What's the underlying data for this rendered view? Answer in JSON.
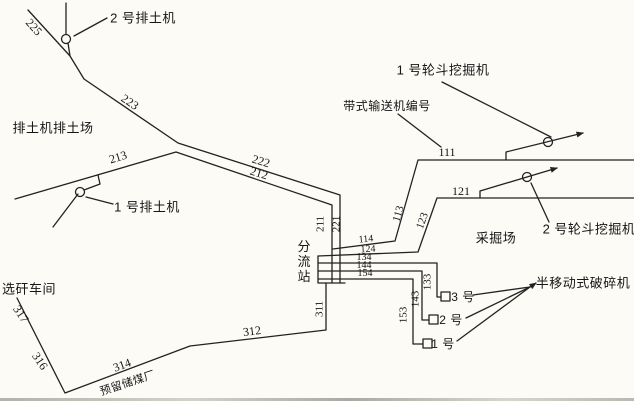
{
  "colors": {
    "background": "#fcfbf6",
    "line": "#222222",
    "text": "#161616"
  },
  "area_labels": {
    "spreader_no2": "2 号排土机",
    "dump_area": "排土机排土场",
    "spreader_no1": "1 号排土机",
    "gangue_sorting_workshop": "选矸车间",
    "belt_conveyor_numbering": "带式输送机编号",
    "bucket_wheel_excavator_no1": "1 号轮斗挖掘机",
    "bucket_wheel_excavator_no2": "2 号轮斗挖掘机",
    "mining_area": "采掘场",
    "semi_mobile_crusher": "半移动式破碎机",
    "diversion_station": "分流站",
    "reserved_coal_storage": "预留储煤厂"
  },
  "crusher_units": {
    "no3": "3 号",
    "no2": "2 号",
    "no1": "1 号"
  },
  "conveyor_numbers": {
    "c225": "225",
    "c223": "223",
    "c222": "222",
    "c212": "212",
    "c213": "213",
    "c211": "211",
    "c221": "221",
    "c111": "111",
    "c113": "113",
    "c114": "114",
    "c121": "121",
    "c123": "123",
    "c124": "124",
    "c134": "134",
    "c144": "144",
    "c154": "154",
    "c133": "133",
    "c143": "143",
    "c153": "153",
    "c311": "311",
    "c312": "312",
    "c314": "314",
    "c316": "316",
    "c317": "317"
  }
}
